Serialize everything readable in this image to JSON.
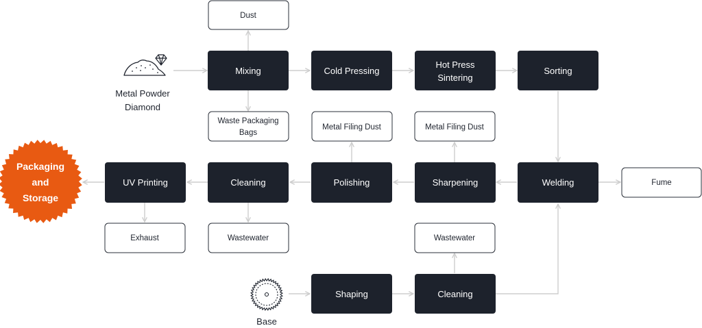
{
  "inputs": {
    "metal_powder": [
      "Metal Powder",
      "Diamond"
    ],
    "base": "Base"
  },
  "processes": {
    "mixing": "Mixing",
    "cold_pressing": "Cold Pressing",
    "hot_press_sintering": [
      "Hot Press",
      "Sintering"
    ],
    "sorting": "Sorting",
    "welding": "Welding",
    "sharpening": "Sharpening",
    "polishing": "Polishing",
    "cleaning_upper": "Cleaning",
    "uv_printing": "UV Printing",
    "shaping": "Shaping",
    "cleaning_lower": "Cleaning"
  },
  "outputs": {
    "dust": "Dust",
    "waste_packaging_bags": [
      "Waste Packaging",
      "Bags"
    ],
    "metal_filing_dust_polishing": "Metal Filing Dust",
    "metal_filing_dust_sharpening": "Metal Filing Dust",
    "fume": "Fume",
    "exhaust": "Exhaust",
    "wastewater_upper": "Wastewater",
    "wastewater_lower": "Wastewater"
  },
  "final": [
    "Packaging",
    "and",
    "Storage"
  ],
  "colors": {
    "process_fill": "#1d222c",
    "final_fill": "#e85a12",
    "connector": "#cdcdcd"
  }
}
